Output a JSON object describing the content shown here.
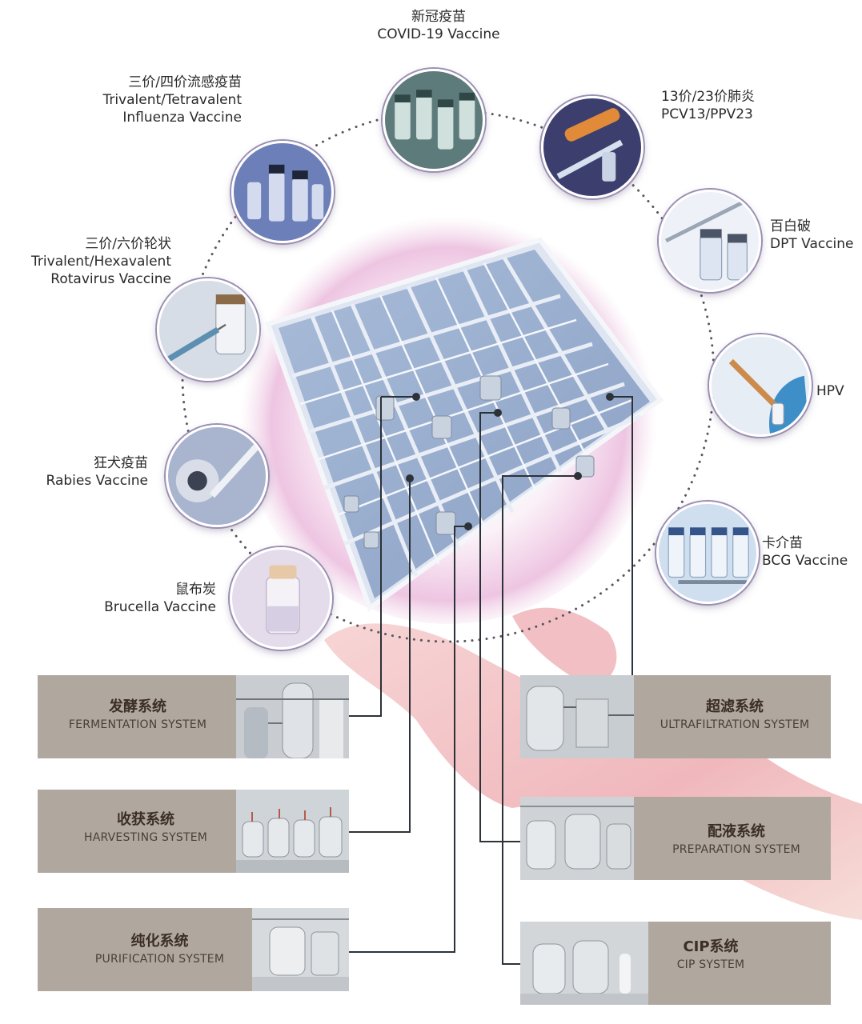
{
  "vaccines": [
    {
      "id": "covid",
      "zh": "新冠疫苗",
      "en": [
        "COVID-19 Vaccine"
      ]
    },
    {
      "id": "influenza",
      "zh": "三价/四价流感疫苗",
      "en": [
        "Trivalent/Tetravalent",
        "Influenza Vaccine"
      ]
    },
    {
      "id": "rotavirus",
      "zh": "三价/六价轮状",
      "en": [
        "Trivalent/Hexavalent",
        "Rotavirus Vaccine"
      ]
    },
    {
      "id": "rabies",
      "zh": "狂犬疫苗",
      "en": [
        "Rabies Vaccine"
      ]
    },
    {
      "id": "brucella",
      "zh": "鼠布炭",
      "en": [
        "Brucella Vaccine"
      ]
    },
    {
      "id": "pcv",
      "zh": "13价/23价肺炎",
      "en": [
        "PCV13/PPV23"
      ]
    },
    {
      "id": "dpt",
      "zh": "百白破",
      "en": [
        "DPT Vaccine"
      ]
    },
    {
      "id": "hpv",
      "zh": "",
      "en": [
        "HPV"
      ]
    },
    {
      "id": "bcg",
      "zh": "卡介苗",
      "en": [
        "BCG Vaccine"
      ]
    }
  ],
  "systems": [
    {
      "id": "fermentation",
      "zh": "发酵系统",
      "en": "FERMENTATION SYSTEM"
    },
    {
      "id": "harvesting",
      "zh": "收获系统",
      "en": "HARVESTING SYSTEM"
    },
    {
      "id": "purification",
      "zh": "纯化系统",
      "en": "PURIFICATION SYSTEM"
    },
    {
      "id": "ultrafiltration",
      "zh": "超滤系统",
      "en": "ULTRAFILTRATION SYSTEM"
    },
    {
      "id": "preparation",
      "zh": "配液系统",
      "en": "PREPARATION SYSTEM"
    },
    {
      "id": "cip",
      "zh": "CIP系统",
      "en": "CIP SYSTEM"
    }
  ],
  "colors": {
    "panel": "#b0a89f",
    "ring_dots": "#5a5560",
    "leader_line": "#2d3238",
    "blueprint": "#8fa6c8",
    "glow": "#e7b9db"
  }
}
